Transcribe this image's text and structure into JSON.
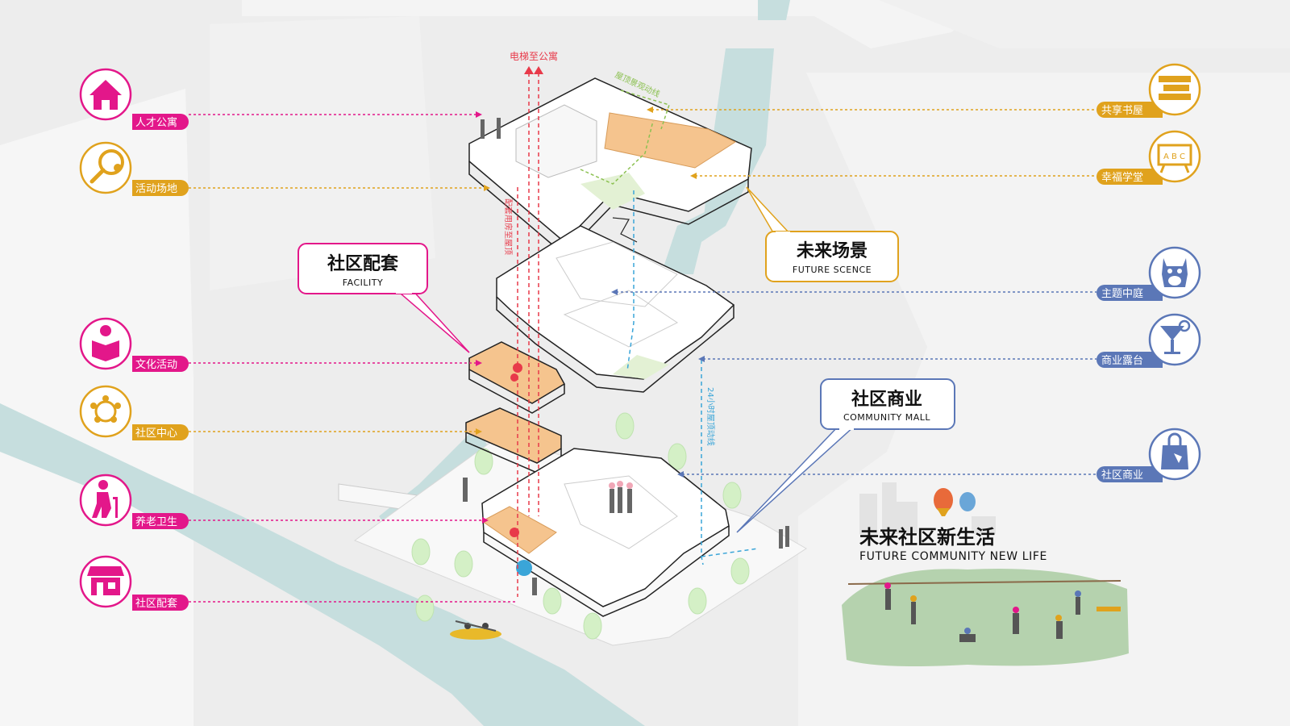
{
  "colors": {
    "magenta": "#e3178a",
    "orange": "#e0a21d",
    "blue": "#5b77b7",
    "red": "#e83a4a",
    "green": "#8cc152",
    "floor": "#f5c48e",
    "water": "#c6dede",
    "background": "#ededed"
  },
  "left_items": [
    {
      "label": "人才公寓",
      "icon": "house-icon",
      "color": "magenta"
    },
    {
      "label": "活动场地",
      "icon": "paddle-ball-icon",
      "color": "orange"
    },
    {
      "label": "文化活动",
      "icon": "reading-person-icon",
      "color": "magenta"
    },
    {
      "label": "社区中心",
      "icon": "people-circle-icon",
      "color": "orange"
    },
    {
      "label": "养老卫生",
      "icon": "elderly-cane-icon",
      "color": "magenta"
    },
    {
      "label": "社区配套",
      "icon": "storefront-icon",
      "color": "magenta"
    }
  ],
  "right_items": [
    {
      "label": "共享书屋",
      "icon": "books-stack-icon",
      "color": "orange"
    },
    {
      "label": "幸福学堂",
      "icon": "abc-board-icon",
      "color": "orange"
    },
    {
      "label": "主题中庭",
      "icon": "totoro-icon",
      "color": "blue"
    },
    {
      "label": "商业露台",
      "icon": "cocktail-icon",
      "color": "blue"
    },
    {
      "label": "社区商业",
      "icon": "shopping-bag-icon",
      "color": "blue"
    }
  ],
  "callouts": {
    "facility": {
      "title": "社区配套",
      "subtitle": "FACILITY"
    },
    "future": {
      "title": "未来场景",
      "subtitle": "FUTURE SCENCE"
    },
    "mall": {
      "title": "社区商业",
      "subtitle": "COMMUNITY MALL"
    }
  },
  "labels": {
    "elevator": "电梯至公寓",
    "roof_route": "屋顶景观动线",
    "support_route": "配套用房至屋顶",
    "night_route": "24小时屋顶动线"
  },
  "lifestyle": {
    "title": "未来社区新生活",
    "subtitle": "FUTURE COMMUNITY NEW LIFE"
  }
}
